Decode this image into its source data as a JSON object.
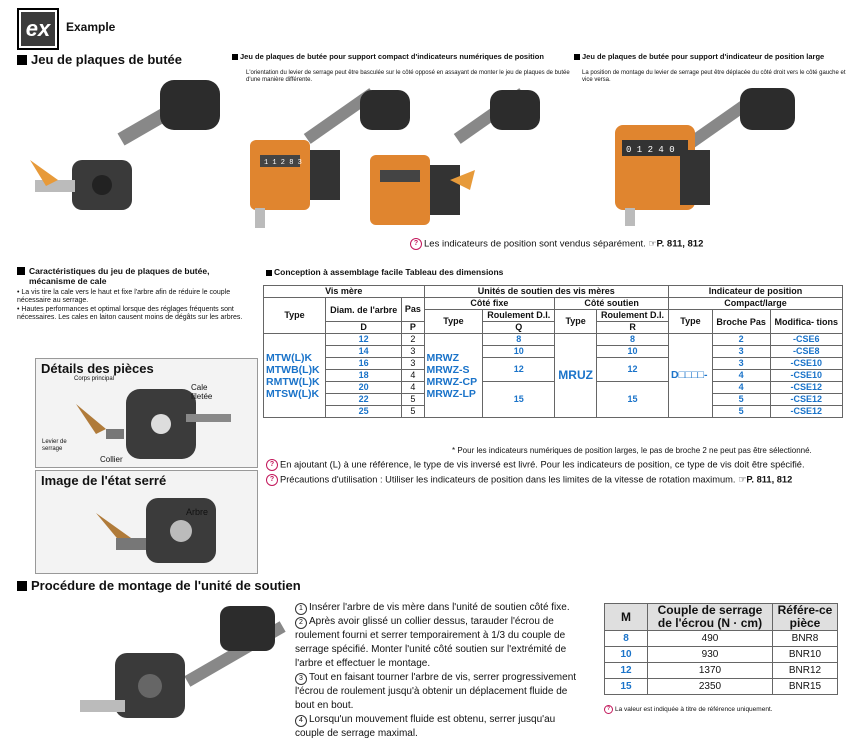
{
  "header": {
    "logo": "ex",
    "title": "Example"
  },
  "sec1": {
    "title": "Jeu de plaques de butée"
  },
  "sec2": {
    "title": "Jeu de plaques de butée pour support compact d'indicateurs numériques de position",
    "desc": "L'orientation du levier de serrage peut être basculée sur le côté opposé en assayant de monter le jeu de plaques de butée d'une manière différente."
  },
  "sec3": {
    "title": "Jeu de plaques de butée pour support d'indicateur de position large",
    "desc": "La position de montage du levier de serrage peut être déplacée du côté droit vers le côté gauche et vice versa."
  },
  "counters": {
    "small": "1 1 2 8 3",
    "large": "0 1 2 4 0"
  },
  "note_sold": {
    "text": "Les indicateurs de position sont vendus séparément.",
    "ref": "P. 811, 812"
  },
  "features": {
    "title": "Caractéristiques du jeu de plaques de butée, mécanisme de cale",
    "items": [
      "La vis tire la cale vers le haut et fixe l'arbre afin de réduire le couple nécessaire au serrage.",
      "Hautes performances et optimal lorsque des réglages fréquents sont nécessaires. Les cales en laiton causent moins de dégâts sur les arbres."
    ]
  },
  "details": {
    "title": "Détails des pièces",
    "labels": {
      "body": "Corps principal",
      "wedge": "Cale filetée",
      "lever": "Levier de serrage",
      "collar": "Collier"
    }
  },
  "tight": {
    "title": "Image de l'état serré",
    "shaft": "Arbre"
  },
  "table": {
    "title": "Conception à assemblage facile  Tableau des dimensions",
    "groups": [
      "Vis mère",
      "Unités de soutien des vis mères",
      "Indicateur de position"
    ],
    "sub": [
      "Côté fixe",
      "Côté soutien",
      "Compact/large"
    ],
    "cols": {
      "type": "Type",
      "diam": "Diam. de l'arbre",
      "pas": "Pas",
      "roul": "Roulement D.I.",
      "broche": "Broche Pas",
      "modif": "Modifica- tions"
    },
    "letters": {
      "d": "D",
      "p": "P",
      "q": "Q",
      "r": "R"
    },
    "types": [
      "MTW(L)K",
      "MTWB(L)K",
      "RMTW(L)K",
      "MTSW(L)K"
    ],
    "diam": [
      "12",
      "14",
      "16",
      "18",
      "20",
      "22",
      "25"
    ],
    "pas": [
      "2",
      "3",
      "3",
      "4",
      "4",
      "5",
      "5"
    ],
    "fixed_types": [
      "MRWZ",
      "MRWZ-S",
      "MRWZ-CP",
      "MRWZ-LP"
    ],
    "fixed_di": [
      "8",
      "10",
      "12",
      "15"
    ],
    "support_type": "MRUZ",
    "support_di": [
      "8",
      "10",
      "12",
      "15"
    ],
    "ind_type": "D□□□□-",
    "broche": [
      "2",
      "3",
      "3",
      "4",
      "4",
      "5",
      "5"
    ],
    "modif": [
      "-CSE6",
      "-CSE8",
      "-CSE10",
      "-CSE10",
      "-CSE12",
      "-CSE12",
      "-CSE12"
    ]
  },
  "notes": {
    "pitch": "* Pour les indicateurs numériques de position larges, le pas de broche 2 ne peut pas être sélectionné.",
    "reverse": "En ajoutant (L) à une référence, le type de vis inversé est livré. Pour les indicateurs de position, ce type de vis doit être spécifié.",
    "precaution": "Précautions d'utilisation : Utiliser les indicateurs de position dans les limites de la vitesse de rotation maximum.",
    "precaution_ref": "P. 811, 812"
  },
  "procedure": {
    "title": "Procédure de montage de l'unité de soutien",
    "steps": [
      "Insérer l'arbre de vis mère dans l'unité de soutien côté fixe.",
      "Après avoir glissé un collier dessus, tarauder l'écrou de roulement fourni et serrer temporairement à 1/3 du couple de serrage spécifié. Monter l'unité côté soutien sur l'extrémité de l'arbre et effectuer le montage.",
      "Tout en faisant tourner l'arbre de vis, serrer progressivement l'écrou de roulement jusqu'à obtenir un déplacement fluide de bout en bout.",
      "Lorsqu'un mouvement fluide est obtenu, serrer jusqu'au couple de serrage maximal."
    ],
    "nums": [
      "1",
      "2",
      "3",
      "4"
    ]
  },
  "torque": {
    "headers": [
      "M",
      "Couple de serrage de l'écrou (N · cm)",
      "Référe-ce pièce"
    ],
    "rows": [
      [
        "8",
        "490",
        "BNR8"
      ],
      [
        "10",
        "930",
        "BNR10"
      ],
      [
        "12",
        "1370",
        "BNR12"
      ],
      [
        "15",
        "2350",
        "BNR15"
      ]
    ],
    "note": "La valeur est indiquée à titre de référence uniquement."
  },
  "icons": {
    "ref": "book-pointer-icon",
    "caution": "caution-icon"
  }
}
